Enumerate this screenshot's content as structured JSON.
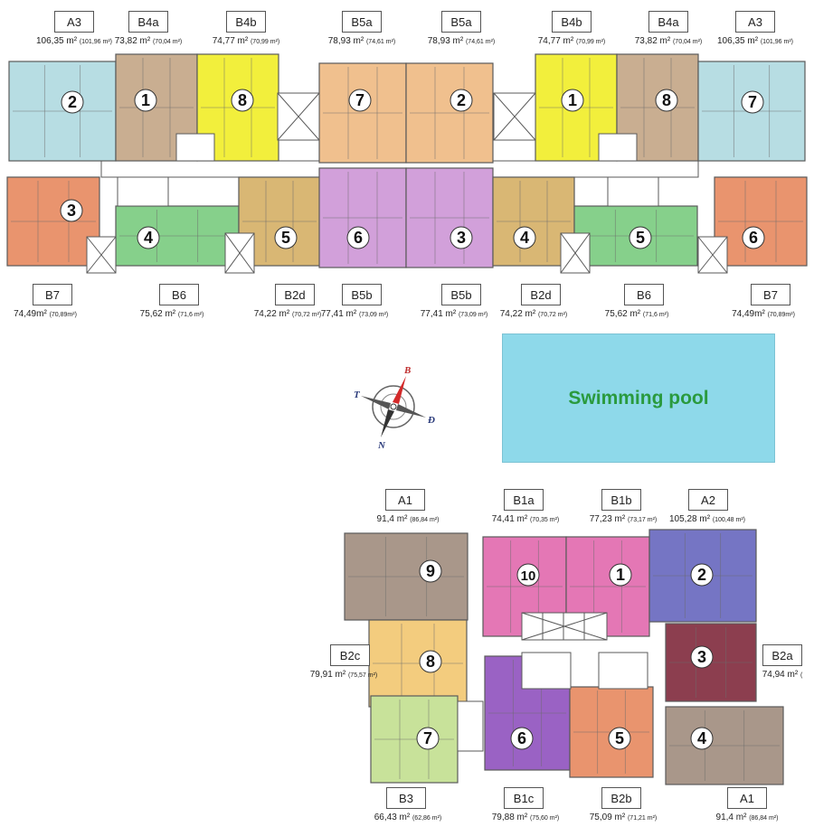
{
  "colors": {
    "blue": "#b7dde3",
    "brown": "#c9ae91",
    "yellow": "#f2ef3c",
    "orange": "#f0c08e",
    "salmon": "#e9946e",
    "green": "#86d08b",
    "tan": "#d9b774",
    "purple": "#d2a0da",
    "pink": "#e477b5",
    "indigo": "#7575c4",
    "maroon": "#8c3e4f",
    "lightorange": "#f3cc7e",
    "lightgreen": "#c8e29a",
    "violet": "#9a62c4",
    "taupe": "#a9978a",
    "grey": "#a8a8a8",
    "stair": "#ffffff",
    "wall": "#5a5a5a",
    "pool": "#8ed9ea",
    "pool_text": "#2a9a3e"
  },
  "pool_label": "Swimming pool",
  "compass": {
    "north": "B",
    "south": "N",
    "west": "T",
    "east": "Đ"
  },
  "top_block": {
    "top_labels": [
      {
        "type": "A3",
        "area": "106,35 m²",
        "net": "(101,96 m²)"
      },
      {
        "type": "B4a",
        "area": "73,82 m²",
        "net": "(70,04 m²)"
      },
      {
        "type": "B4b",
        "area": "74,77 m²",
        "net": "(70,99 m²)"
      },
      {
        "type": "B5a",
        "area": "78,93 m²",
        "net": "(74,61 m²)"
      },
      {
        "type": "B5a",
        "area": "78,93 m²",
        "net": "(74,61 m²)"
      },
      {
        "type": "B4b",
        "area": "74,77 m²",
        "net": "(70,99 m²)"
      },
      {
        "type": "B4a",
        "area": "73,82 m²",
        "net": "(70,04 m²)"
      },
      {
        "type": "A3",
        "area": "106,35 m²",
        "net": "(101,96 m²)"
      }
    ],
    "bottom_labels": [
      {
        "type": "B7",
        "area": "74,49m²",
        "net": "(70,89m²)"
      },
      {
        "type": "B6",
        "area": "75,62 m²",
        "net": "(71,6 m²)"
      },
      {
        "type": "B2d",
        "area": "74,22 m²",
        "net": "(70,72 m²)"
      },
      {
        "type": "B5b",
        "area": "77,41 m²",
        "net": "(73,09 m²)"
      },
      {
        "type": "B5b",
        "area": "77,41 m²",
        "net": "(73,09 m²)"
      },
      {
        "type": "B2d",
        "area": "74,22 m²",
        "net": "(70,72 m²)"
      },
      {
        "type": "B6",
        "area": "75,62 m²",
        "net": "(71,6 m²)"
      },
      {
        "type": "B7",
        "area": "74,49m²",
        "net": "(70,89m²)"
      }
    ],
    "units": [
      {
        "num": "2",
        "color": "blue"
      },
      {
        "num": "1",
        "color": "brown"
      },
      {
        "num": "8",
        "color": "yellow"
      },
      {
        "num": "7",
        "color": "orange"
      },
      {
        "num": "2",
        "color": "orange"
      },
      {
        "num": "1",
        "color": "yellow"
      },
      {
        "num": "8",
        "color": "brown"
      },
      {
        "num": "7",
        "color": "blue"
      },
      {
        "num": "3",
        "color": "salmon"
      },
      {
        "num": "4",
        "color": "green"
      },
      {
        "num": "5",
        "color": "tan"
      },
      {
        "num": "6",
        "color": "purple"
      },
      {
        "num": "3",
        "color": "purple"
      },
      {
        "num": "4",
        "color": "tan"
      },
      {
        "num": "5",
        "color": "green"
      },
      {
        "num": "6",
        "color": "salmon"
      }
    ]
  },
  "bottom_block": {
    "labels": [
      {
        "type": "A1",
        "area": "91,4 m²",
        "net": "(86,84 m²)"
      },
      {
        "type": "B1a",
        "area": "74,41 m²",
        "net": "(70,35 m²)"
      },
      {
        "type": "B1b",
        "area": "77,23 m²",
        "net": "(73,17 m²)"
      },
      {
        "type": "A2",
        "area": "105,28 m²",
        "net": "(100,48 m²)"
      },
      {
        "type": "B2c",
        "area": "79,91 m²",
        "net": "(75,57 m²)"
      },
      {
        "type": "B2a",
        "area": "74,94 m²",
        "net": "("
      },
      {
        "type": "B3",
        "area": "66,43 m²",
        "net": "(62,86 m²)"
      },
      {
        "type": "B1c",
        "area": "79,88 m²",
        "net": "(75,60 m²)"
      },
      {
        "type": "B2b",
        "area": "75,09 m²",
        "net": "(71,21 m²)"
      },
      {
        "type": "A1",
        "area": "91,4 m²",
        "net": "(86,84 m²)"
      }
    ],
    "units": [
      {
        "num": "9",
        "color": "taupe"
      },
      {
        "num": "10",
        "color": "pink"
      },
      {
        "num": "1",
        "color": "pink"
      },
      {
        "num": "2",
        "color": "indigo"
      },
      {
        "num": "8",
        "color": "lightorange"
      },
      {
        "num": "3",
        "color": "maroon"
      },
      {
        "num": "7",
        "color": "lightgreen"
      },
      {
        "num": "6",
        "color": "violet"
      },
      {
        "num": "5",
        "color": "salmon"
      },
      {
        "num": "4",
        "color": "taupe"
      }
    ]
  }
}
